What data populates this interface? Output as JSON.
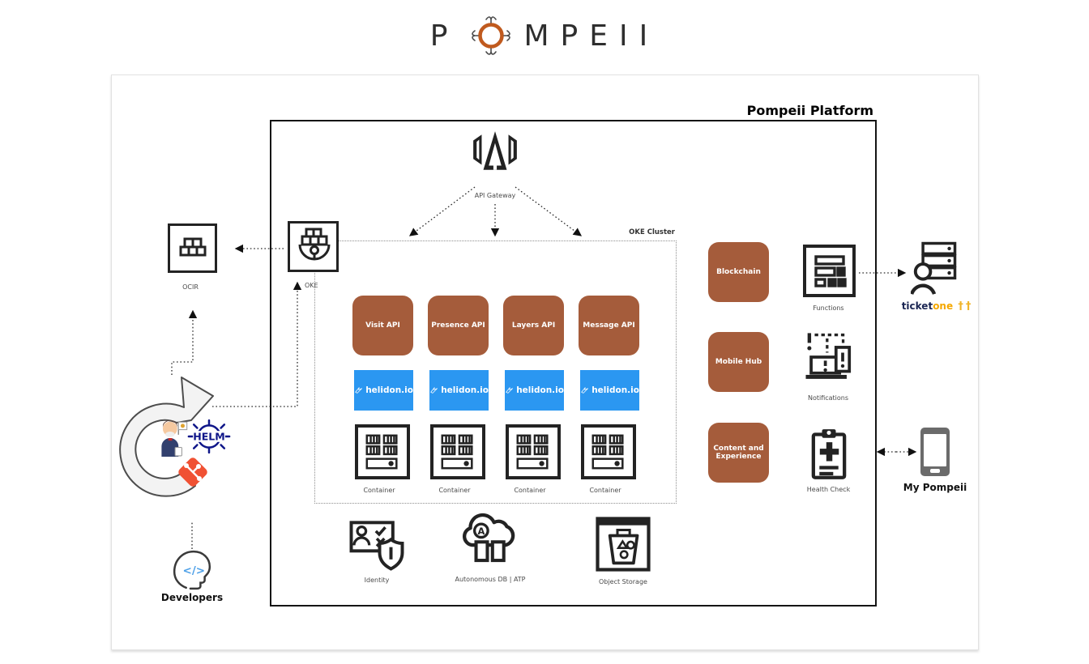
{
  "logo": {
    "first_letter": "P",
    "rest_letters": "MPEII"
  },
  "platform": {
    "title": "Pompeii Platform"
  },
  "gateway": {
    "label": "API Gateway"
  },
  "cluster": {
    "label": "OKE Cluster",
    "apis": [
      "Visit API",
      "Presence API",
      "Layers API",
      "Message API"
    ],
    "helidon": "helidon.io",
    "container": "Container"
  },
  "cicd": {
    "ocir": "OCIR",
    "oke": "OKE",
    "helm": "HELM",
    "developers": "Developers"
  },
  "services": [
    "Blockchain",
    "Mobile Hub",
    "Content and Experience"
  ],
  "platform_icons": [
    "Functions",
    "Notifications",
    "Health Check"
  ],
  "foundation": [
    "Identity",
    "Autonomous DB | ATP",
    "Object Storage"
  ],
  "external": {
    "ticket": "ticket",
    "one": "one",
    "ornament": "††",
    "my_pompeii": "My Pompeii"
  },
  "colors": {
    "brown": "#A55C3B",
    "helidon_blue": "#2B97F1",
    "git_red": "#F05133",
    "helm_navy": "#0F1689",
    "ticket_navy": "#1B2653",
    "ticket_gold": "#F5A800"
  }
}
